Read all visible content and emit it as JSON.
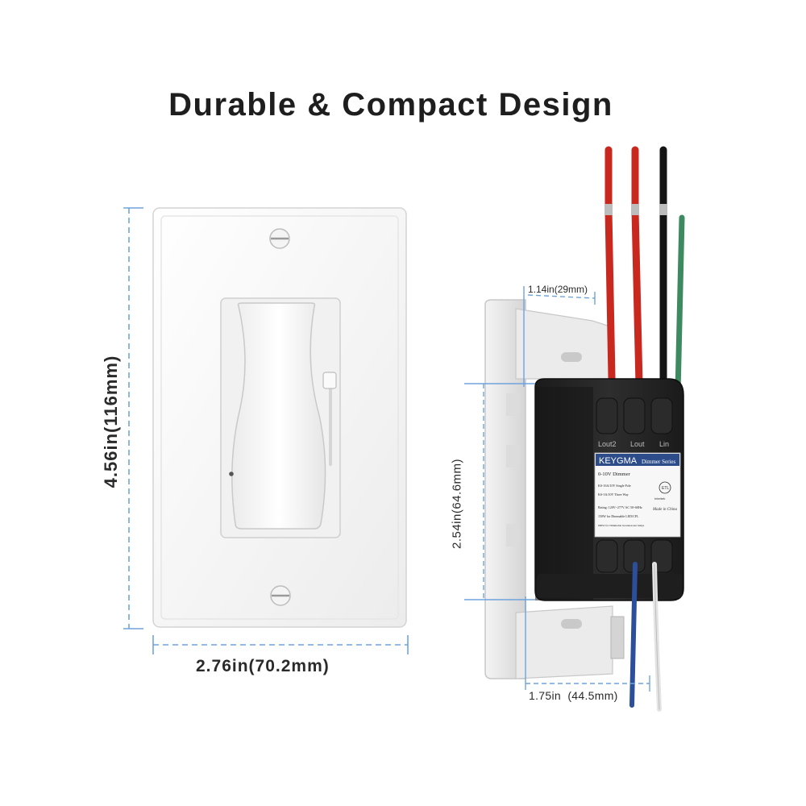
{
  "title": "Durable & Compact Design",
  "dimensions": {
    "plate_height": "4.56in(116mm)",
    "plate_width": "2.76in(70.2mm)",
    "module_height": "2.54in(64.6mm)",
    "module_depth": "1.14in(29mm)",
    "total_depth": "1.75in  (44.5mm)"
  },
  "module_label": {
    "terminal_1": "Lout2",
    "terminal_2": "Lout",
    "terminal_3": "Lin",
    "brand": "KEYGMA",
    "series": "Dimmer Series",
    "line_1": "0-10V Dimmer",
    "line_2": "KS-16A/10V Single Pole",
    "line_3": "KS-3A/10V Three Way",
    "line_4": "Rating: 120V~277V AC 50~60Hz",
    "line_5": "150W for Dimmable LED/CFL",
    "line_6": "600W for Dimmable incandescent lamps",
    "made_in": "Made in China",
    "cert": "Intertek"
  },
  "colors": {
    "dimension_line": "#6fa3dc",
    "plate": "#f6f6f6",
    "module": "#222222",
    "wire_red": "#c8281e",
    "wire_black": "#151515",
    "wire_green": "#3e8a60",
    "wire_blue": "#2b4f9a",
    "wire_white": "#e4e4e4"
  }
}
